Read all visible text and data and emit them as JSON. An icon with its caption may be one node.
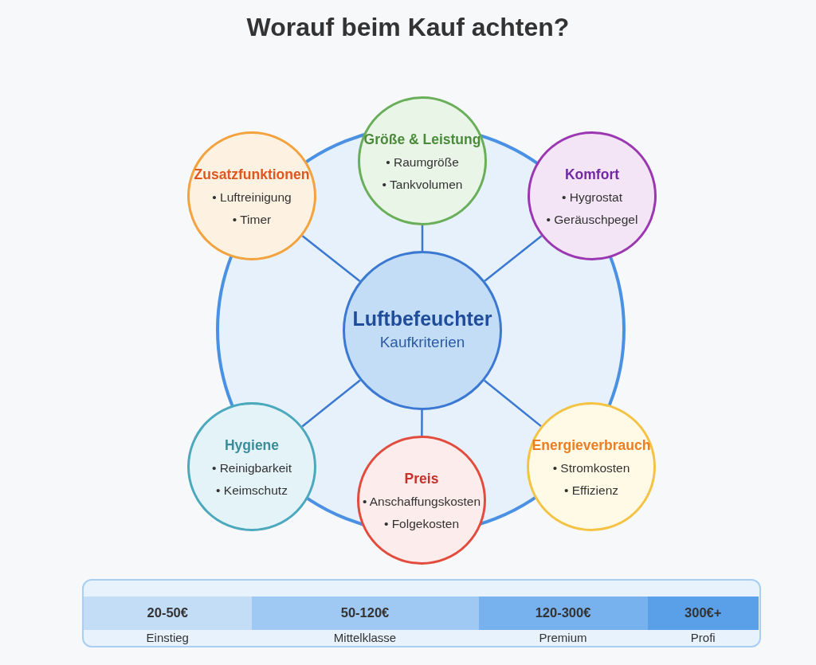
{
  "diagram": {
    "title": "Worauf beim Kauf achten?",
    "nodes": [
      {
        "text": [
          "Luftbefeuchter",
          "Kaufkriterien"
        ]
      },
      {
        "text": [
          "Größe & Leistung",
          "• Raumgröße",
          "• Tankvolumen"
        ]
      },
      {
        "text": [
          "Zusatzfunktionen",
          "• Luftreinigung",
          "• Timer"
        ]
      },
      {
        "text": [
          "Komfort",
          "• Hygrostat",
          "• Geräuschpegel"
        ]
      },
      {
        "text": [
          "Hygiene",
          "• Reinigbarkeit",
          "• Keimschutz"
        ]
      },
      {
        "text": [
          "Preis",
          "• Anschaffungskosten",
          "• Folgekosten"
        ]
      },
      {
        "text": [
          "Energieverbrauch",
          "• Stromkosten",
          "• Effizienz"
        ]
      },
      {
        "text": [],
        "shape": "box"
      },
      {
        "text": [
          "20-50€"
        ],
        "in": 7,
        "beside": [
          "Einstieg"
        ]
      },
      {
        "text": [
          "50-120€"
        ],
        "in": 7,
        "beside": [
          "Mittelklasse"
        ]
      },
      {
        "text": [
          "120-300€"
        ],
        "in": 7,
        "beside": [
          "Premium"
        ]
      },
      {
        "text": [
          "300€+"
        ],
        "in": 7,
        "beside": [
          "Profi"
        ]
      }
    ],
    "edges": [
      {
        "from": 0,
        "to": 1,
        "arrow": "none"
      },
      {
        "from": 0,
        "to": 2,
        "arrow": "none"
      },
      {
        "from": 0,
        "to": 3,
        "arrow": "none"
      },
      {
        "from": 0,
        "to": 4,
        "arrow": "none"
      },
      {
        "from": 0,
        "to": 5,
        "arrow": "none"
      },
      {
        "from": 0,
        "to": 6,
        "arrow": "none"
      }
    ]
  }
}
